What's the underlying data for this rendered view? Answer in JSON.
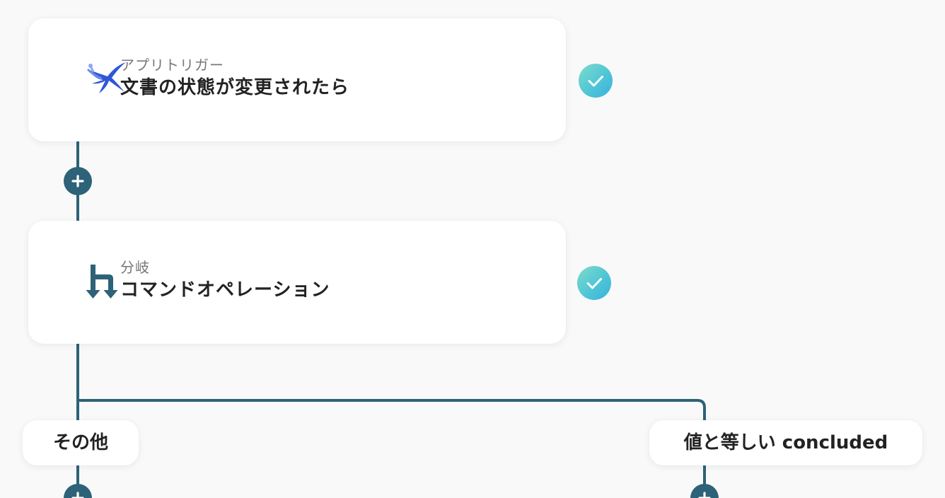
{
  "flow": {
    "steps": [
      {
        "subtitle": "アプリトリガー",
        "title": "文書の状態が変更されたら",
        "icon": "swallow-app-icon",
        "status": "completed"
      },
      {
        "subtitle": "分岐",
        "title": "コマンドオペレーション",
        "icon": "branch-icon",
        "status": "completed"
      }
    ],
    "branches": [
      {
        "label": "その他"
      },
      {
        "label": "値と等しい concluded"
      }
    ]
  },
  "colors": {
    "connector": "#2d6278",
    "check_gradient_start": "#7fdcc9",
    "check_gradient_end": "#3bb0df",
    "background": "#f9f9f9"
  }
}
